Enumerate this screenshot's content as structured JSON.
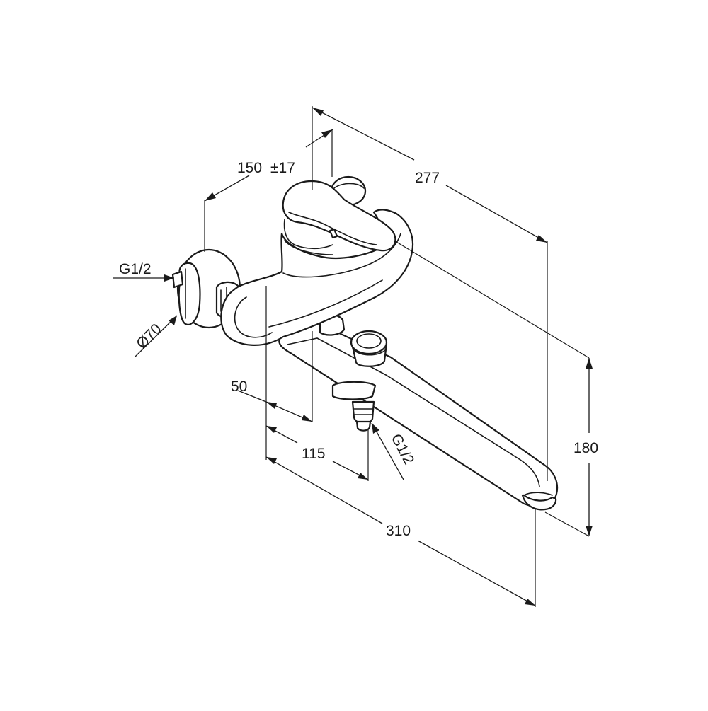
{
  "dimensions": {
    "rail_spacing": {
      "value": "150",
      "tolerance": "±17"
    },
    "overall_depth": "277",
    "height": "180",
    "spout_length": "310",
    "lever_offset": "50",
    "outlet_offset": "115",
    "inlet_thread": "G1/2",
    "outlet_thread": "G1/2",
    "rosette_diameter": "Ø70"
  }
}
